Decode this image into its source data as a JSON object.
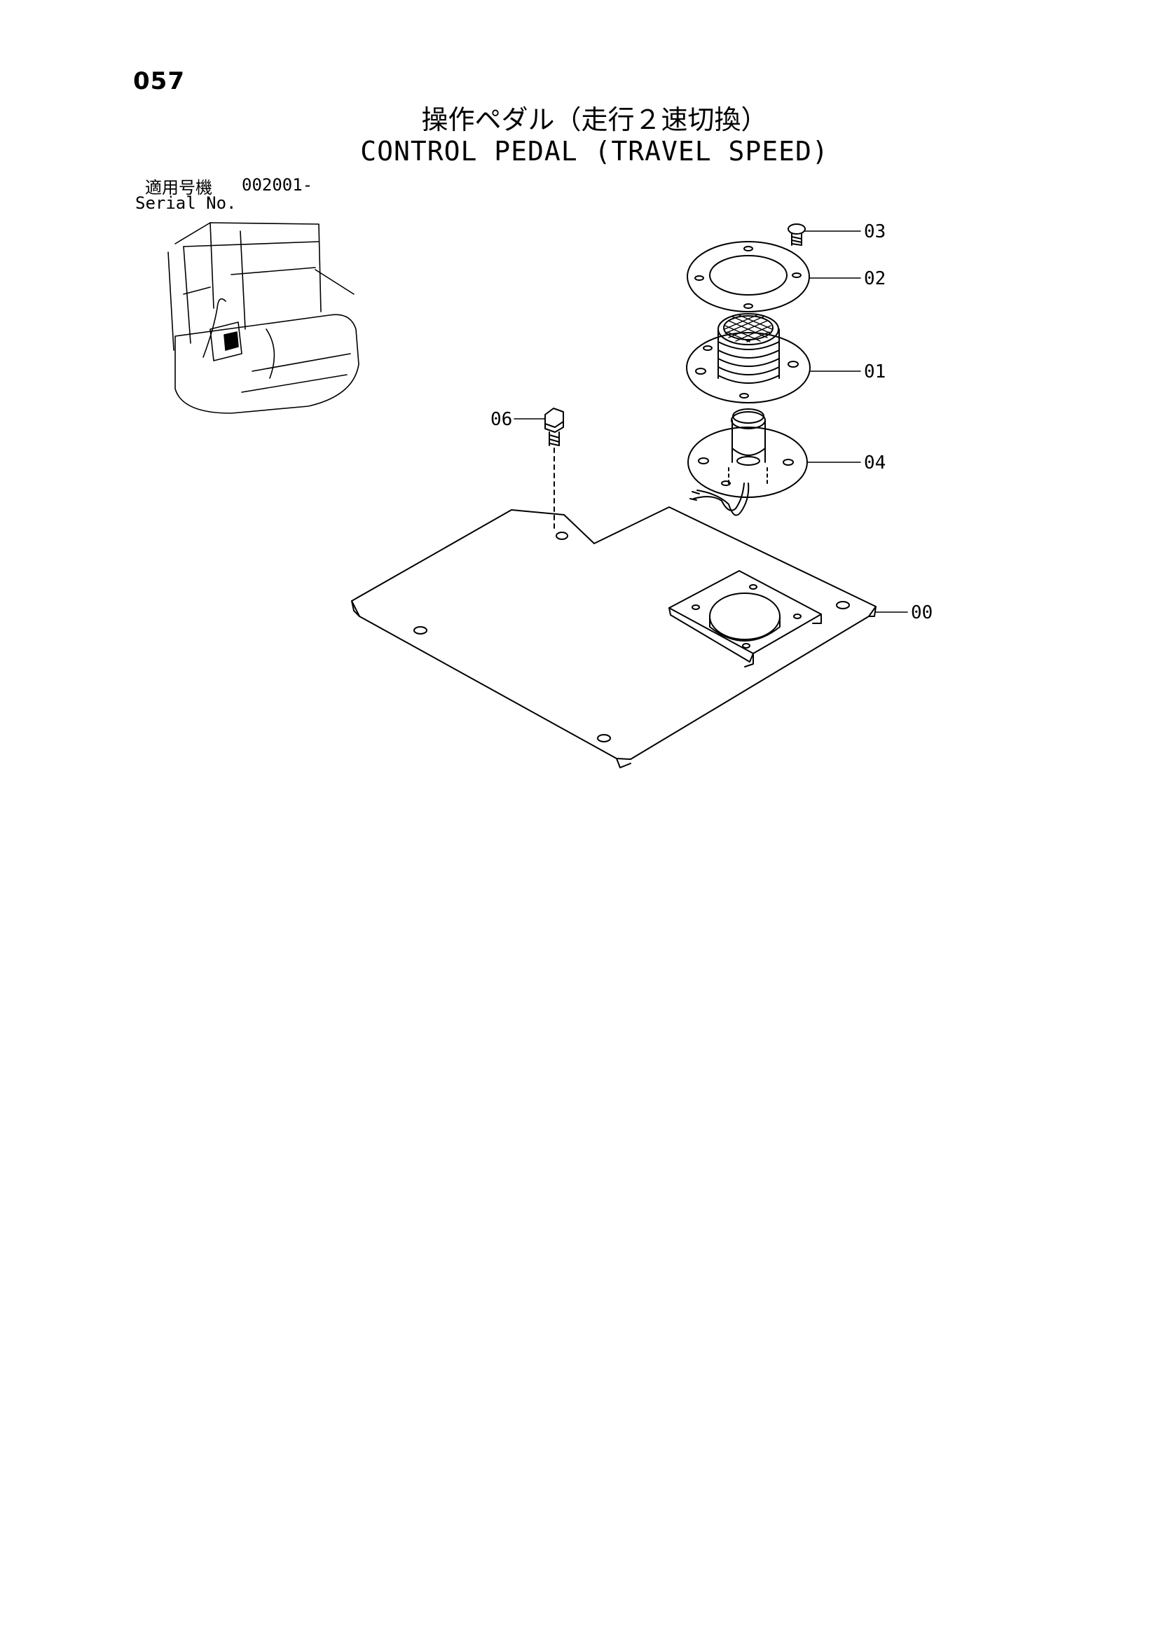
{
  "page_number": "057",
  "title_jp": "操作ペダル（走行２速切換）",
  "title_en": "CONTROL PEDAL (TRAVEL SPEED)",
  "serial": {
    "label_jp": "適用号機",
    "value": "002001-",
    "label_en": "Serial No."
  },
  "parts": {
    "p00": "00",
    "p01": "01",
    "p02": "02",
    "p03": "03",
    "p04": "04",
    "p06": "06"
  }
}
